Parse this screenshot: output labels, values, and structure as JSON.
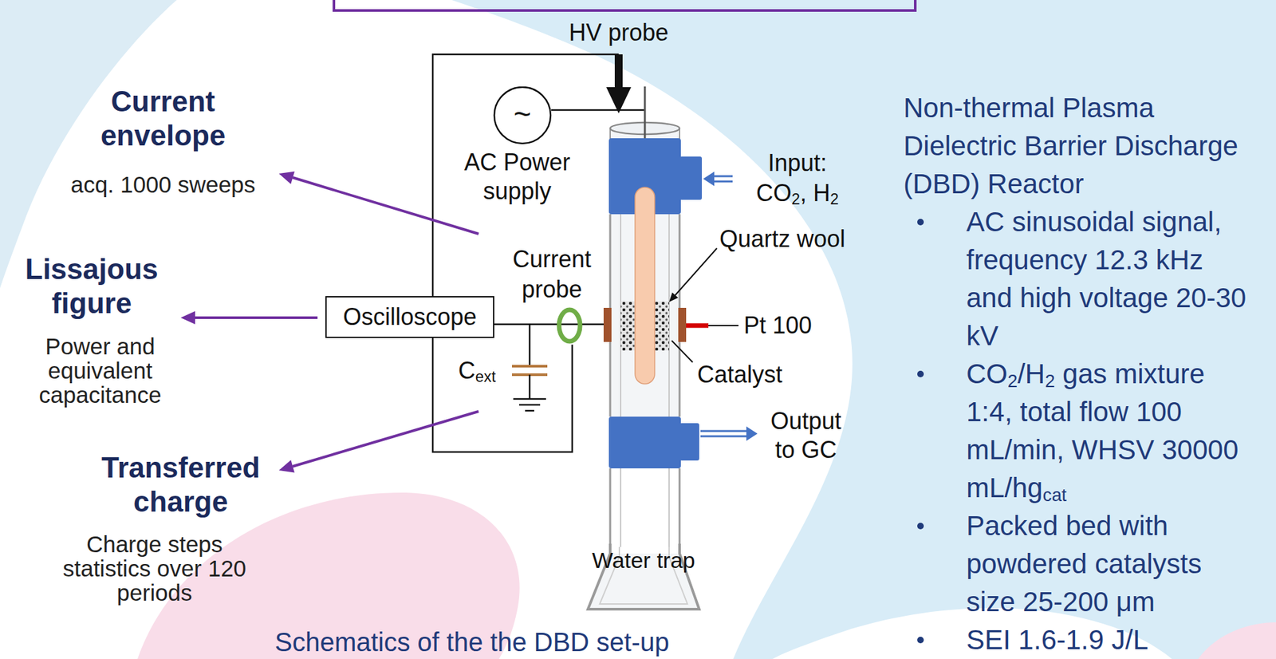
{
  "diagram": {
    "caption": "Schematics of the the DBD set-up",
    "nodes": [
      {
        "text": [
          "~",
          "AC Power supply"
        ]
      },
      {
        "text": [
          "Oscilloscope"
        ]
      },
      {
        "text": [
          "Water trap"
        ]
      }
    ],
    "labels": [
      "HV probe",
      "Input: CO2, H2",
      "Quartz wool",
      "Pt 100",
      "Catalyst",
      "Current probe",
      "Cext",
      "Output to GC",
      "Current envelope",
      "acq. 1000 sweeps",
      "Lissajous figure",
      "Power and equivalent capacitance",
      "Transferred charge",
      "Charge steps statistics over 120 periods",
      "Non-thermal Plasma Dielectric Barrier Discharge (DBD) Reactor",
      "AC sinusoidal signal, frequency 12.3 kHz and high voltage 20-30 kV",
      "CO2/H2 gas mixture 1:4, total flow 100 mL/min, WHSV 30000 mL/hgcat",
      "Packed bed with powdered catalysts size 25-200 μm",
      "SEI 1.6-1.9 J/L"
    ]
  }
}
